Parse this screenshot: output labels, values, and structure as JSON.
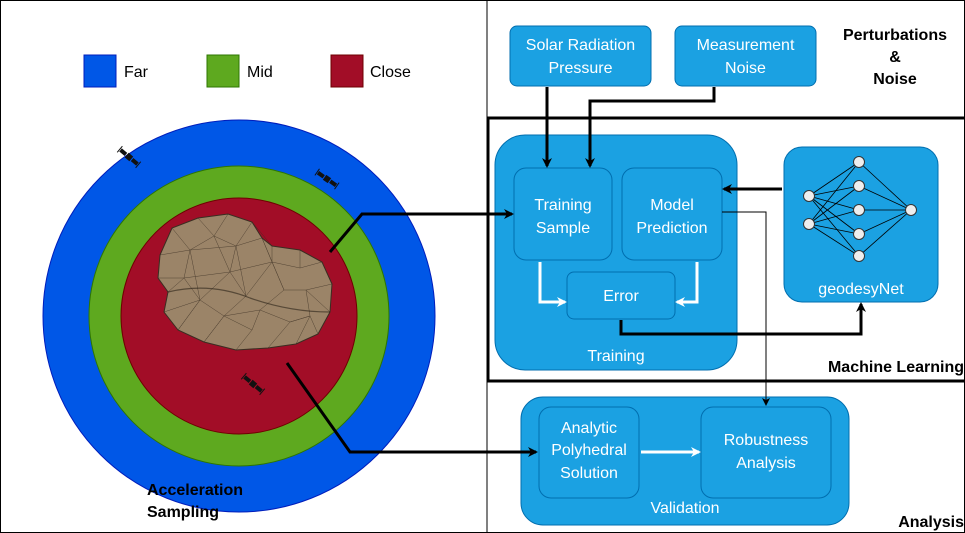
{
  "legend": {
    "far": "Far",
    "mid": "Mid",
    "close": "Close"
  },
  "sampling": {
    "line1": "Acceleration",
    "line2": "Sampling"
  },
  "perturbations": {
    "solar_line1": "Solar Radiation",
    "solar_line2": "Pressure",
    "measurement_line1": "Measurement",
    "measurement_line2": "Noise",
    "heading_line1": "Perturbations",
    "heading_line2": "&",
    "heading_line3": "Noise"
  },
  "training": {
    "sample_line1": "Training",
    "sample_line2": "Sample",
    "prediction_line1": "Model",
    "prediction_line2": "Prediction",
    "error": "Error",
    "label": "Training"
  },
  "network": {
    "label": "geodesyNet"
  },
  "machine_learning": {
    "label": "Machine Learning"
  },
  "validation": {
    "analytic_line1": "Analytic",
    "analytic_line2": "Polyhedral",
    "analytic_line3": "Solution",
    "robustness_line1": "Robustness",
    "robustness_line2": "Analysis",
    "label": "Validation"
  },
  "analysis": {
    "label": "Analysis"
  },
  "colors": {
    "far": "#0057e7",
    "mid": "#5ea91f",
    "close": "#a20d27",
    "box_fill": "#1ba1e2",
    "box_stroke": "#006eaf",
    "asteroid": "#9b8468"
  }
}
